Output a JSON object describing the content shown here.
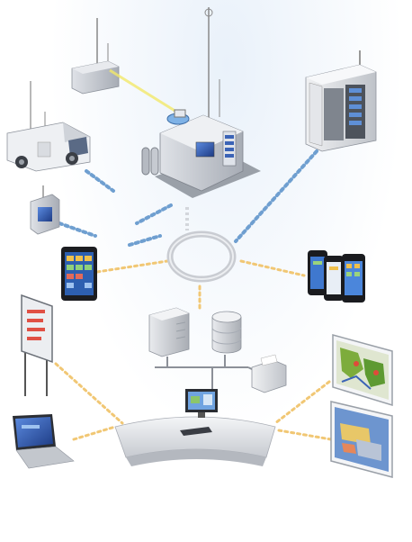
{
  "diagram": {
    "nodes": [
      {
        "id": "remote-station",
        "icon": "remote-monitoring-station-icon"
      },
      {
        "id": "main-station",
        "icon": "monitoring-station-building-icon"
      },
      {
        "id": "equipment-cabinet",
        "icon": "instrument-cabinet-icon"
      },
      {
        "id": "vehicle",
        "icon": "mobile-monitoring-van-icon"
      },
      {
        "id": "small-station",
        "icon": "small-monitoring-station-icon"
      },
      {
        "id": "network-hub",
        "icon": "network-ring-icon"
      },
      {
        "id": "tablet",
        "icon": "tablet-icon"
      },
      {
        "id": "smartphones",
        "icon": "smartphones-icon"
      },
      {
        "id": "led-display",
        "icon": "led-display-board-icon"
      },
      {
        "id": "servers",
        "icon": "server-icon"
      },
      {
        "id": "database",
        "icon": "database-icon"
      },
      {
        "id": "printer",
        "icon": "printer-icon"
      },
      {
        "id": "workstation",
        "icon": "monitoring-workstation-icon"
      },
      {
        "id": "laptop",
        "icon": "laptop-icon"
      },
      {
        "id": "map-screen-1",
        "icon": "map-display-icon"
      },
      {
        "id": "map-screen-2",
        "icon": "3d-map-display-icon"
      }
    ],
    "colors": {
      "wireless": "#6f9fd0",
      "wired": "#f1c774",
      "ring": "#c9ccd2",
      "ring_dash": "#b9bcc4",
      "link_beam": "#f3e96a",
      "building": "#c8ccd3",
      "building_dark": "#8e939c",
      "screen_blue": "#3b63b6",
      "map_green": "#7dac3c"
    }
  }
}
